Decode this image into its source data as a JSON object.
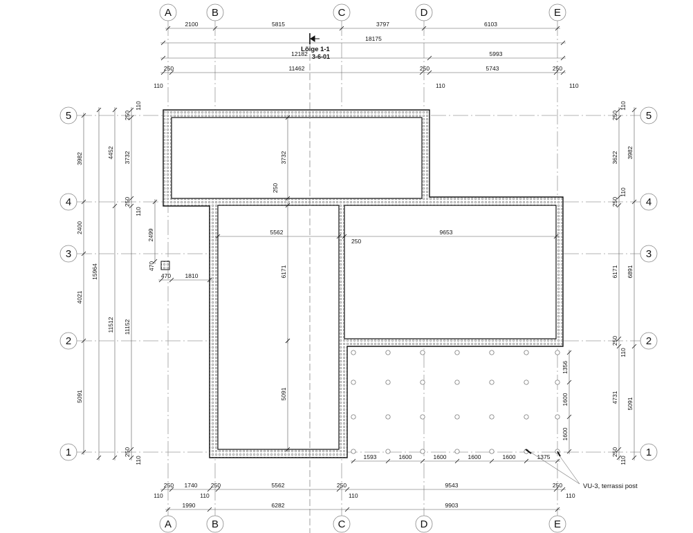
{
  "grid": {
    "columns": [
      "A",
      "B",
      "C",
      "D",
      "E"
    ],
    "rows": [
      "5",
      "4",
      "3",
      "2",
      "1"
    ]
  },
  "section": {
    "title": "Lõige 1-1",
    "sheet_ref": "3-6-01"
  },
  "dims": {
    "top_grid": [
      "2100",
      "5815",
      "3797",
      "6103"
    ],
    "top_overall": [
      "18175"
    ],
    "top_segments": [
      "12182",
      "5993"
    ],
    "top_walls": [
      "250",
      "11462",
      "250",
      "5743",
      "250"
    ],
    "top_offsets": [
      "110",
      "110",
      "110"
    ],
    "bottom_walls": [
      "250",
      "1740",
      "250",
      "5562",
      "250",
      "9543",
      "250"
    ],
    "bottom_offsets": [
      "110",
      "110",
      "110",
      "110"
    ],
    "bottom_grid": [
      "1990",
      "6282",
      "9903"
    ],
    "terrace_x": [
      "1593",
      "1600",
      "1600",
      "1600",
      "1600",
      "1375"
    ],
    "terrace_y": [
      "1356",
      "1600",
      "1600"
    ],
    "left_grid": [
      "3982",
      "2400",
      "4021",
      "5091"
    ],
    "left_overall": [
      "15964"
    ],
    "left_segments": [
      "4452",
      "11512"
    ],
    "left_walls": [
      "250",
      "3732",
      "250",
      "11152",
      "250"
    ],
    "left_offsets": [
      "110",
      "110",
      "110"
    ],
    "right_walls": [
      "250",
      "3622",
      "250",
      "6171",
      "250",
      "4731",
      "250"
    ],
    "right_grid": [
      "3982",
      "6891",
      "5091"
    ],
    "right_offsets": [
      "110",
      "110",
      "110",
      "110"
    ],
    "post": [
      "2499",
      "470",
      "470",
      "1810"
    ],
    "interior": [
      "3732",
      "250",
      "5562",
      "250",
      "9653",
      "6171",
      "5091"
    ]
  },
  "callout": "VU-3, terrassi post"
}
